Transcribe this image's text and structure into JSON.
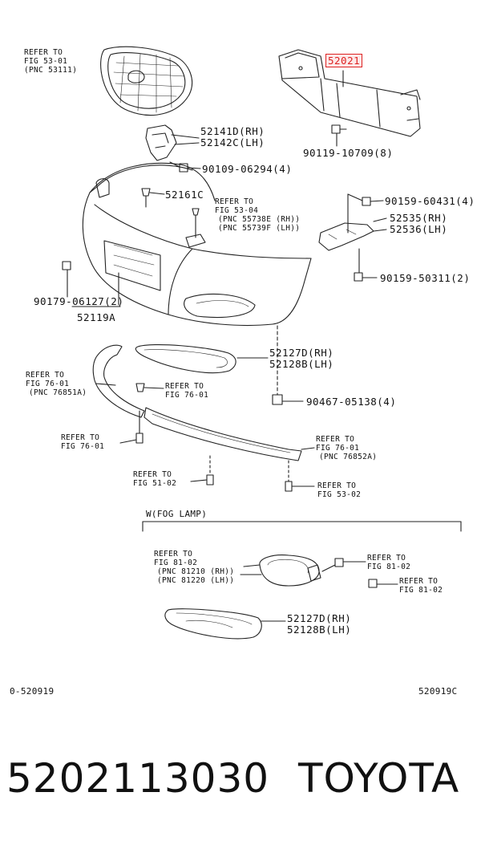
{
  "refs": {
    "grille": [
      "REFER TO",
      "FIG 53-01",
      "(PNC 53111)"
    ],
    "fig53_04": [
      "REFER TO",
      "FIG 53-04",
      "(PNC 55738E (RH))",
      "(PNC 55739F (LH))"
    ],
    "fig76_01_a": [
      "REFER TO",
      "FIG 76-01",
      "(PNC 76851A)"
    ],
    "fig76_01_b": [
      "REFER TO",
      "FIG 76-01"
    ],
    "fig76_01_c": [
      "REFER TO",
      "FIG 76-01"
    ],
    "fig76_01_d": [
      "REFER TO",
      "FIG 76-01",
      "(PNC 76852A)"
    ],
    "fig51_02": [
      "REFER TO",
      "FIG 51-02"
    ],
    "fig53_02": [
      "REFER TO",
      "FIG 53-02"
    ],
    "fig81_02_a": [
      "REFER TO",
      "FIG 81-02",
      "(PNC 81210 (RH))",
      "(PNC 81220 (LH))"
    ],
    "fig81_02_b": [
      "REFER TO",
      "FIG 81-02"
    ],
    "fig81_02_c": [
      "REFER TO",
      "FIG 81-02"
    ]
  },
  "parts": {
    "p52021": "52021",
    "p90119": "90119-10709(8)",
    "p52141d": "52141D(RH)",
    "p52142c": "52142C(LH)",
    "p90109": "90109-06294(4)",
    "p52161c": "52161C",
    "p90159a": "90159-60431(4)",
    "p52535": "52535(RH)",
    "p52536": "52536(LH)",
    "p90159b": "90159-50311(2)",
    "p90179": "90179-06127(2)",
    "p52119a": "52119A",
    "p52127d": "52127D(RH)",
    "p52128b": "52128B(LH)",
    "p90467": "90467-05138(4)",
    "p52127d_2": "52127D(RH)",
    "p52128b_2": "52128B(LH)"
  },
  "fog_section": "W(FOG LAMP)",
  "footer": {
    "left_code": "0-520919",
    "right_code": "520919C"
  },
  "caption": {
    "part_number": "5202113030",
    "brand": "TOYOTA"
  },
  "colors": {
    "highlight": "#d22222",
    "ink": "#111111"
  }
}
